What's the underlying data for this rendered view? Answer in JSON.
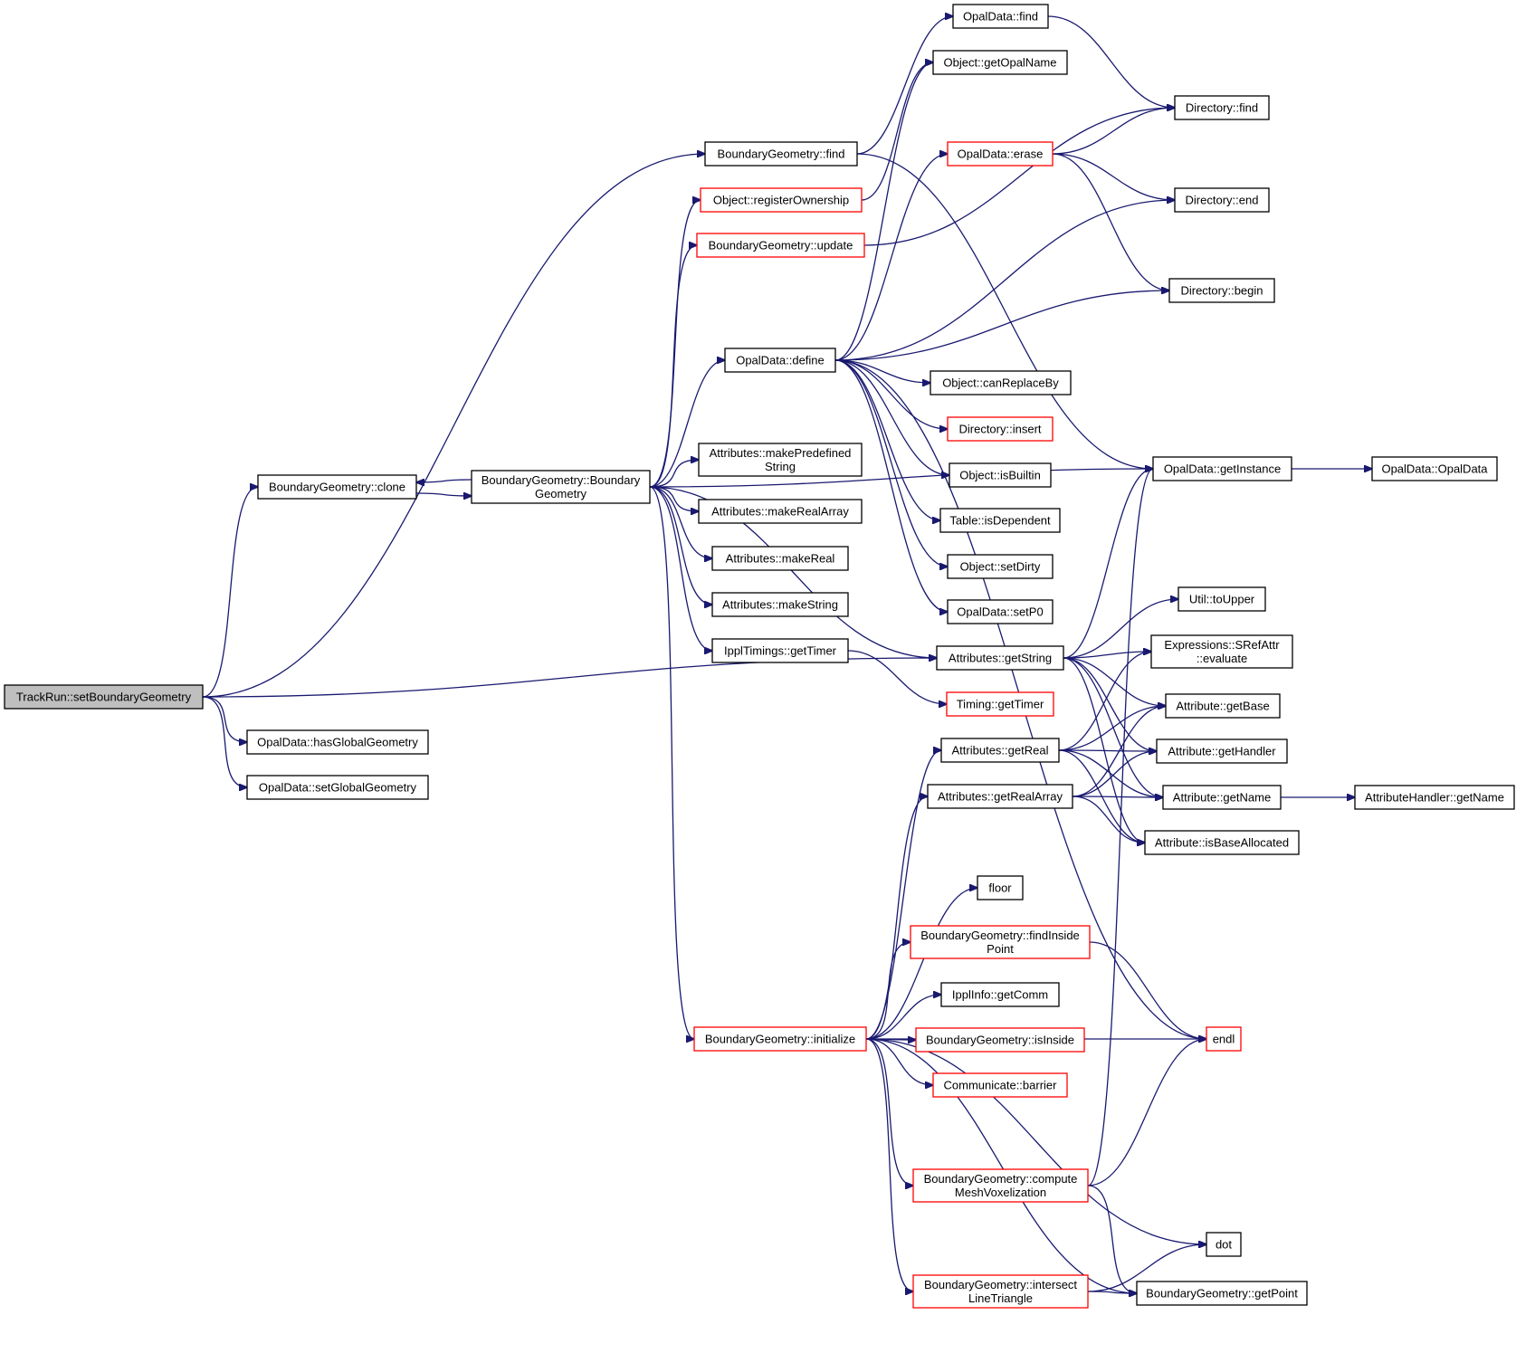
{
  "colors": {
    "edge": "#191970",
    "node_border": "#000000",
    "truncated_border": "#ff0000",
    "root_fill": "#bfbfbf",
    "background": "#ffffff"
  },
  "nodes": [
    {
      "id": "root",
      "label": [
        "TrackRun::setBoundaryGeometry"
      ],
      "root": true
    },
    {
      "id": "bg_clone",
      "label": [
        "BoundaryGeometry::clone"
      ]
    },
    {
      "id": "bg_ctor",
      "label": [
        "BoundaryGeometry::Boundary",
        "Geometry"
      ]
    },
    {
      "id": "has_global",
      "label": [
        "OpalData::hasGlobalGeometry"
      ]
    },
    {
      "id": "set_global",
      "label": [
        "OpalData::setGlobalGeometry"
      ]
    },
    {
      "id": "bg_find",
      "label": [
        "BoundaryGeometry::find"
      ]
    },
    {
      "id": "reg_own",
      "label": [
        "Object::registerOwnership"
      ],
      "truncated": true
    },
    {
      "id": "bg_update",
      "label": [
        "BoundaryGeometry::update"
      ],
      "truncated": true
    },
    {
      "id": "od_define",
      "label": [
        "OpalData::define"
      ]
    },
    {
      "id": "make_predef",
      "label": [
        "Attributes::makePredefined",
        "String"
      ]
    },
    {
      "id": "make_realarr",
      "label": [
        "Attributes::makeRealArray"
      ]
    },
    {
      "id": "make_real",
      "label": [
        "Attributes::makeReal"
      ]
    },
    {
      "id": "make_string",
      "label": [
        "Attributes::makeString"
      ]
    },
    {
      "id": "ippl_timer",
      "label": [
        "IpplTimings::getTimer"
      ]
    },
    {
      "id": "bg_init",
      "label": [
        "BoundaryGeometry::initialize"
      ],
      "truncated": true
    },
    {
      "id": "od_find",
      "label": [
        "OpalData::find"
      ]
    },
    {
      "id": "obj_getname",
      "label": [
        "Object::getOpalName"
      ]
    },
    {
      "id": "od_erase",
      "label": [
        "OpalData::erase"
      ],
      "truncated": true
    },
    {
      "id": "obj_canrepl",
      "label": [
        "Object::canReplaceBy"
      ]
    },
    {
      "id": "dir_insert",
      "label": [
        "Directory::insert"
      ],
      "truncated": true
    },
    {
      "id": "obj_builtin",
      "label": [
        "Object::isBuiltin"
      ]
    },
    {
      "id": "tbl_dep",
      "label": [
        "Table::isDependent"
      ]
    },
    {
      "id": "obj_dirty",
      "label": [
        "Object::setDirty"
      ]
    },
    {
      "id": "od_setp0",
      "label": [
        "OpalData::setP0"
      ]
    },
    {
      "id": "attr_getstr",
      "label": [
        "Attributes::getString"
      ]
    },
    {
      "id": "timing_timer",
      "label": [
        "Timing::getTimer"
      ],
      "truncated": true
    },
    {
      "id": "attr_getreal",
      "label": [
        "Attributes::getReal"
      ]
    },
    {
      "id": "attr_getrealarr",
      "label": [
        "Attributes::getRealArray"
      ]
    },
    {
      "id": "floor",
      "label": [
        "floor"
      ]
    },
    {
      "id": "bg_findinside",
      "label": [
        "BoundaryGeometry::findInside",
        "Point"
      ],
      "truncated": true
    },
    {
      "id": "ippl_comm",
      "label": [
        "IpplInfo::getComm"
      ]
    },
    {
      "id": "bg_isinside",
      "label": [
        "BoundaryGeometry::isInside"
      ],
      "truncated": true
    },
    {
      "id": "comm_barrier",
      "label": [
        "Communicate::barrier"
      ],
      "truncated": true
    },
    {
      "id": "bg_computemesh",
      "label": [
        "BoundaryGeometry::compute",
        "MeshVoxelization"
      ],
      "truncated": true
    },
    {
      "id": "bg_intersect",
      "label": [
        "BoundaryGeometry::intersect",
        "LineTriangle"
      ],
      "truncated": true
    },
    {
      "id": "dir_find",
      "label": [
        "Directory::find"
      ]
    },
    {
      "id": "dir_end",
      "label": [
        "Directory::end"
      ]
    },
    {
      "id": "dir_begin",
      "label": [
        "Directory::begin"
      ]
    },
    {
      "id": "od_getinst",
      "label": [
        "OpalData::getInstance"
      ]
    },
    {
      "id": "util_upper",
      "label": [
        "Util::toUpper"
      ]
    },
    {
      "id": "expr_eval",
      "label": [
        "Expressions::SRefAttr",
        "::evaluate"
      ]
    },
    {
      "id": "attr_getbase",
      "label": [
        "Attribute::getBase"
      ]
    },
    {
      "id": "attr_gethandler",
      "label": [
        "Attribute::getHandler"
      ]
    },
    {
      "id": "attr_getname",
      "label": [
        "Attribute::getName"
      ]
    },
    {
      "id": "attr_isbase",
      "label": [
        "Attribute::isBaseAllocated"
      ]
    },
    {
      "id": "endl",
      "label": [
        "endl"
      ],
      "truncated": true
    },
    {
      "id": "dot",
      "label": [
        "dot"
      ]
    },
    {
      "id": "bg_getpoint",
      "label": [
        "BoundaryGeometry::getPoint"
      ]
    },
    {
      "id": "od_opaldata",
      "label": [
        "OpalData::OpalData"
      ]
    },
    {
      "id": "ah_getname",
      "label": [
        "AttributeHandler::getName"
      ]
    }
  ],
  "edges": [
    [
      "root",
      "bg_find"
    ],
    [
      "root",
      "bg_clone"
    ],
    [
      "root",
      "attr_getstr"
    ],
    [
      "root",
      "has_global"
    ],
    [
      "root",
      "set_global"
    ],
    [
      "bg_clone",
      "bg_ctor"
    ],
    [
      "bg_ctor",
      "bg_clone"
    ],
    [
      "bg_ctor",
      "reg_own"
    ],
    [
      "bg_ctor",
      "bg_update"
    ],
    [
      "bg_ctor",
      "od_define"
    ],
    [
      "bg_ctor",
      "od_getinst"
    ],
    [
      "bg_ctor",
      "attr_getstr"
    ],
    [
      "bg_ctor",
      "make_predef"
    ],
    [
      "bg_ctor",
      "make_realarr"
    ],
    [
      "bg_ctor",
      "make_real"
    ],
    [
      "bg_ctor",
      "make_string"
    ],
    [
      "bg_ctor",
      "ippl_timer"
    ],
    [
      "bg_ctor",
      "bg_init"
    ],
    [
      "bg_find",
      "od_find"
    ],
    [
      "bg_find",
      "od_getinst"
    ],
    [
      "reg_own",
      "obj_getname"
    ],
    [
      "bg_update",
      "dir_find"
    ],
    [
      "od_define",
      "obj_getname"
    ],
    [
      "od_define",
      "od_erase"
    ],
    [
      "od_define",
      "dir_end"
    ],
    [
      "od_define",
      "dir_begin"
    ],
    [
      "od_define",
      "obj_canrepl"
    ],
    [
      "od_define",
      "dir_insert"
    ],
    [
      "od_define",
      "obj_builtin"
    ],
    [
      "od_define",
      "tbl_dep"
    ],
    [
      "od_define",
      "obj_dirty"
    ],
    [
      "od_define",
      "od_setp0"
    ],
    [
      "od_define",
      "endl"
    ],
    [
      "ippl_timer",
      "timing_timer"
    ],
    [
      "od_find",
      "dir_find"
    ],
    [
      "od_erase",
      "dir_find"
    ],
    [
      "od_erase",
      "dir_end"
    ],
    [
      "od_erase",
      "dir_begin"
    ],
    [
      "od_getinst",
      "od_opaldata"
    ],
    [
      "attr_getstr",
      "od_getinst"
    ],
    [
      "attr_getstr",
      "util_upper"
    ],
    [
      "attr_getstr",
      "expr_eval"
    ],
    [
      "attr_getstr",
      "attr_getbase"
    ],
    [
      "attr_getstr",
      "attr_gethandler"
    ],
    [
      "attr_getstr",
      "attr_getname"
    ],
    [
      "attr_getstr",
      "attr_isbase"
    ],
    [
      "attr_getreal",
      "expr_eval"
    ],
    [
      "attr_getreal",
      "attr_getbase"
    ],
    [
      "attr_getreal",
      "attr_gethandler"
    ],
    [
      "attr_getreal",
      "attr_getname"
    ],
    [
      "attr_getreal",
      "attr_isbase"
    ],
    [
      "attr_getrealarr",
      "attr_getbase"
    ],
    [
      "attr_getrealarr",
      "attr_gethandler"
    ],
    [
      "attr_getrealarr",
      "attr_getname"
    ],
    [
      "attr_getrealarr",
      "attr_isbase"
    ],
    [
      "attr_getname",
      "ah_getname"
    ],
    [
      "bg_init",
      "attr_getreal"
    ],
    [
      "bg_init",
      "attr_getrealarr"
    ],
    [
      "bg_init",
      "floor"
    ],
    [
      "bg_init",
      "bg_findinside"
    ],
    [
      "bg_init",
      "ippl_comm"
    ],
    [
      "bg_init",
      "bg_isinside"
    ],
    [
      "bg_init",
      "comm_barrier"
    ],
    [
      "bg_init",
      "endl"
    ],
    [
      "bg_init",
      "bg_computemesh"
    ],
    [
      "bg_init",
      "dot"
    ],
    [
      "bg_init",
      "bg_intersect"
    ],
    [
      "bg_init",
      "bg_getpoint"
    ],
    [
      "bg_findinside",
      "endl"
    ],
    [
      "bg_computemesh",
      "endl"
    ],
    [
      "bg_computemesh",
      "od_getinst"
    ],
    [
      "bg_computemesh",
      "bg_getpoint"
    ],
    [
      "bg_intersect",
      "dot"
    ],
    [
      "bg_intersect",
      "bg_getpoint"
    ]
  ]
}
